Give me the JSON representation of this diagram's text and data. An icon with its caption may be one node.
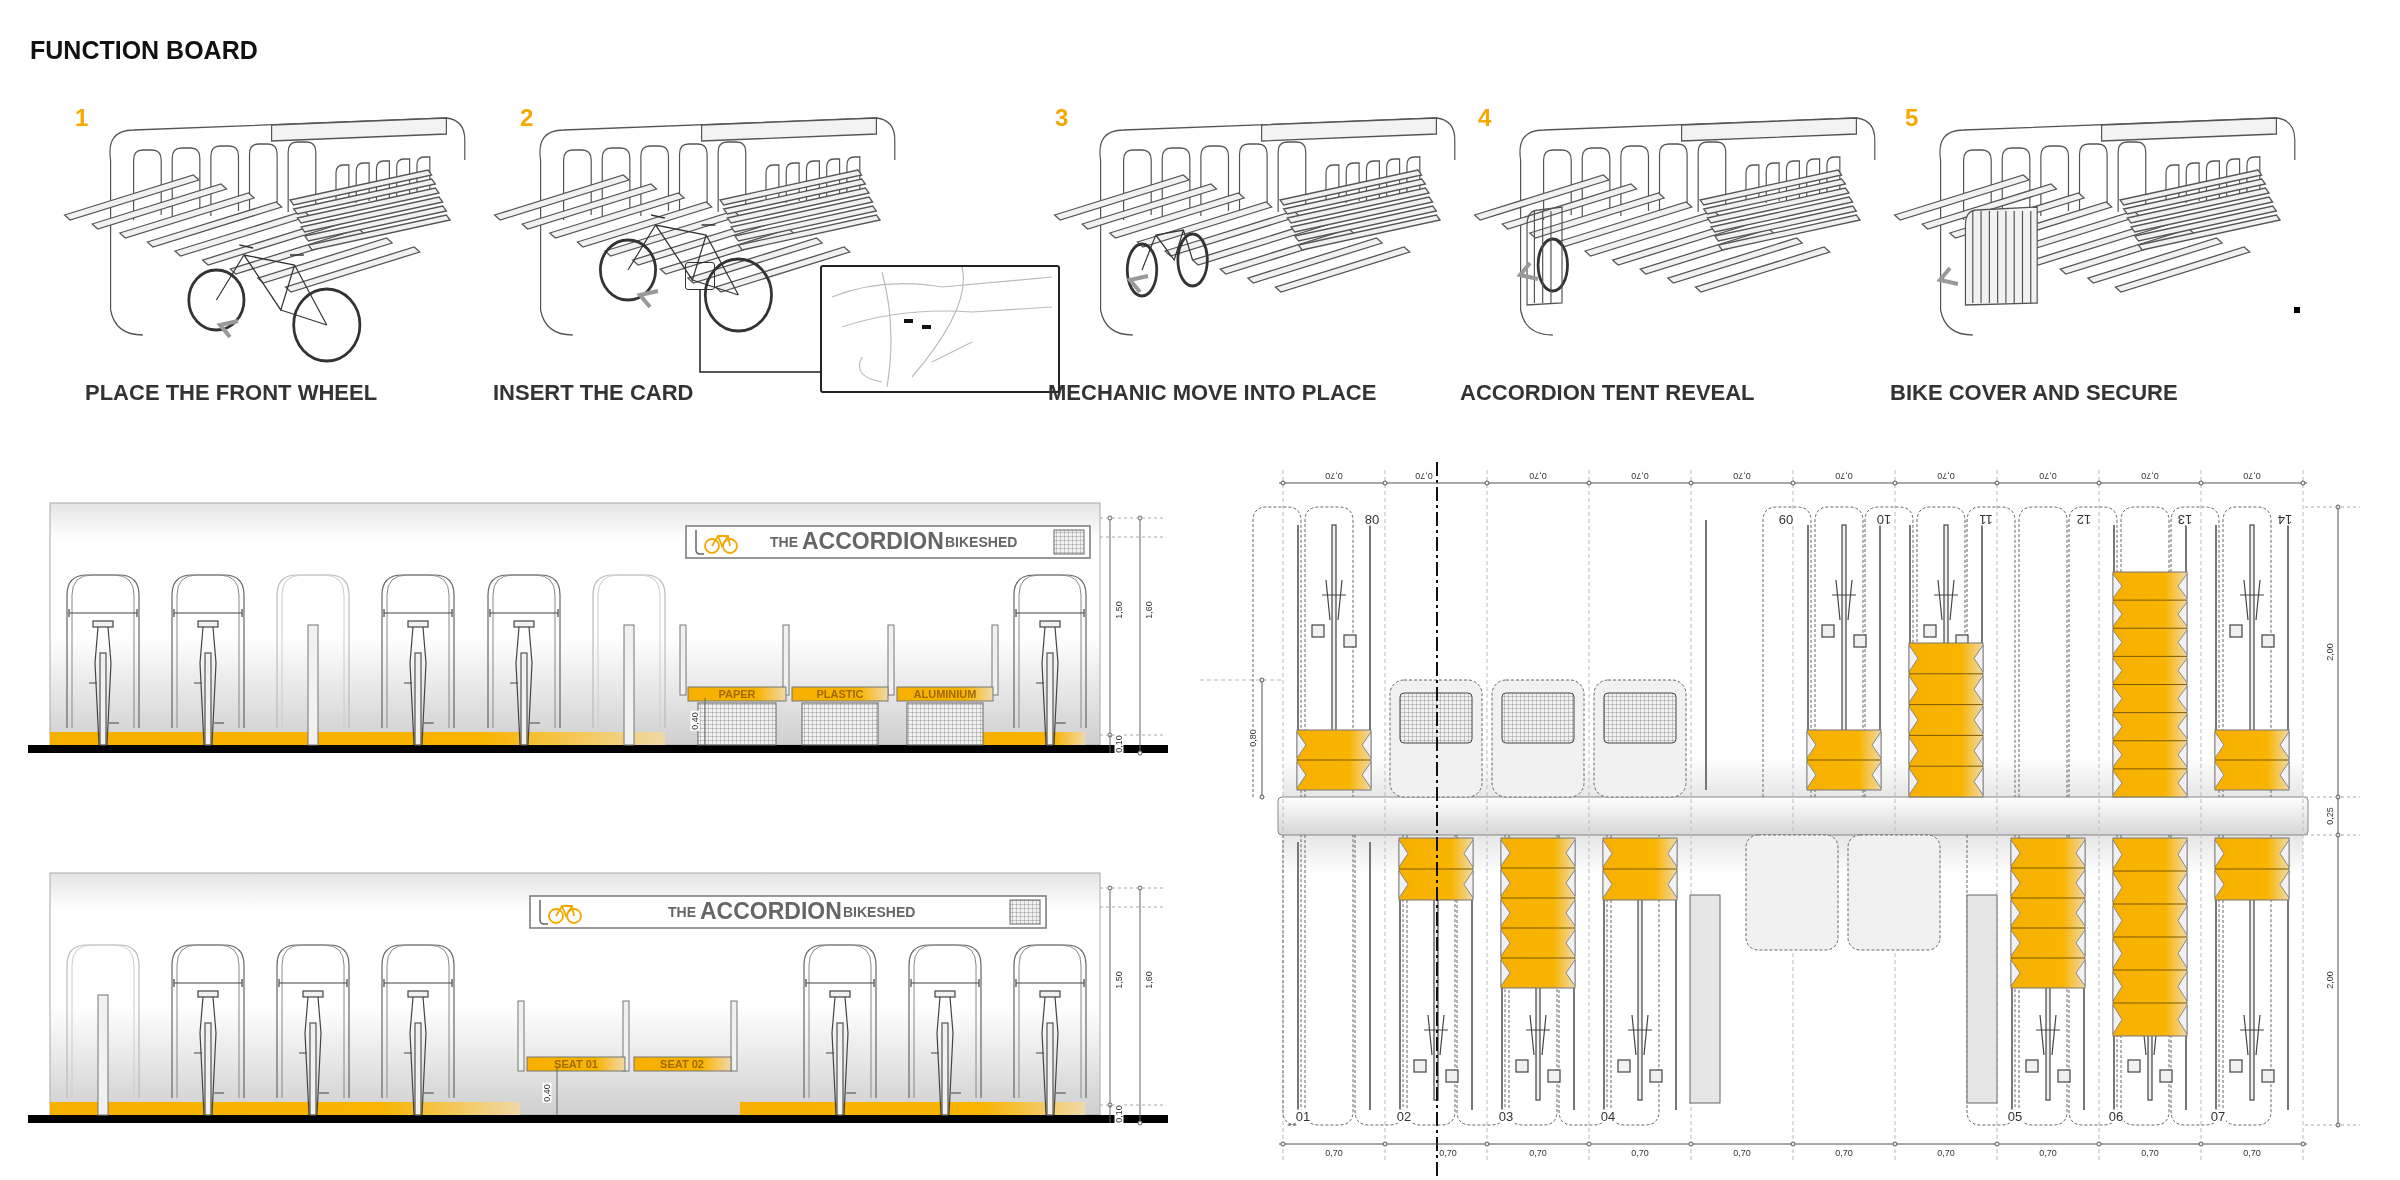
{
  "diagram": {
    "title": "FUNCTION BOARD",
    "nodes": [
      {
        "text": [],
        "shape": "box"
      },
      {
        "text": [],
        "shape": "picture"
      }
    ],
    "edges": [
      {
        "from": 0,
        "to": 1,
        "arrow": "none"
      }
    ],
    "labels": [
      "1",
      "2",
      "3",
      "4",
      "5",
      "PLACE THE FRONT WHEEL",
      "INSERT THE CARD",
      "MECHANIC MOVE INTO PLACE",
      "ACCORDION TENT REVEAL",
      "BIKE COVER AND SECURE",
      "THE",
      "ACCORDION",
      "BIKESHED",
      "PAPER",
      "PLASTIC",
      "ALUMINIUM",
      "0,40",
      "1,50",
      "1,60",
      "0,10",
      "THE",
      "ACCORDION",
      "BIKESHED",
      "SEAT 01",
      "SEAT 02",
      "0,40",
      "1,50",
      "1,60",
      "0,10",
      "0,70",
      "0,70",
      "0,70",
      "0,70",
      "0,70",
      "0,70",
      "0,70",
      "0,70",
      "0,70",
      "0,70",
      "08",
      "09",
      "10",
      "11",
      "12",
      "13",
      "14",
      "0,80",
      "2,00",
      "0,25",
      "2,00",
      "01",
      "02",
      "03",
      "04",
      "05",
      "06",
      "07",
      "0,70",
      "0,70",
      "0,70",
      "0,70",
      "0,70",
      "0,70",
      "0,70",
      "0,70",
      "0,70",
      "0,70"
    ]
  }
}
